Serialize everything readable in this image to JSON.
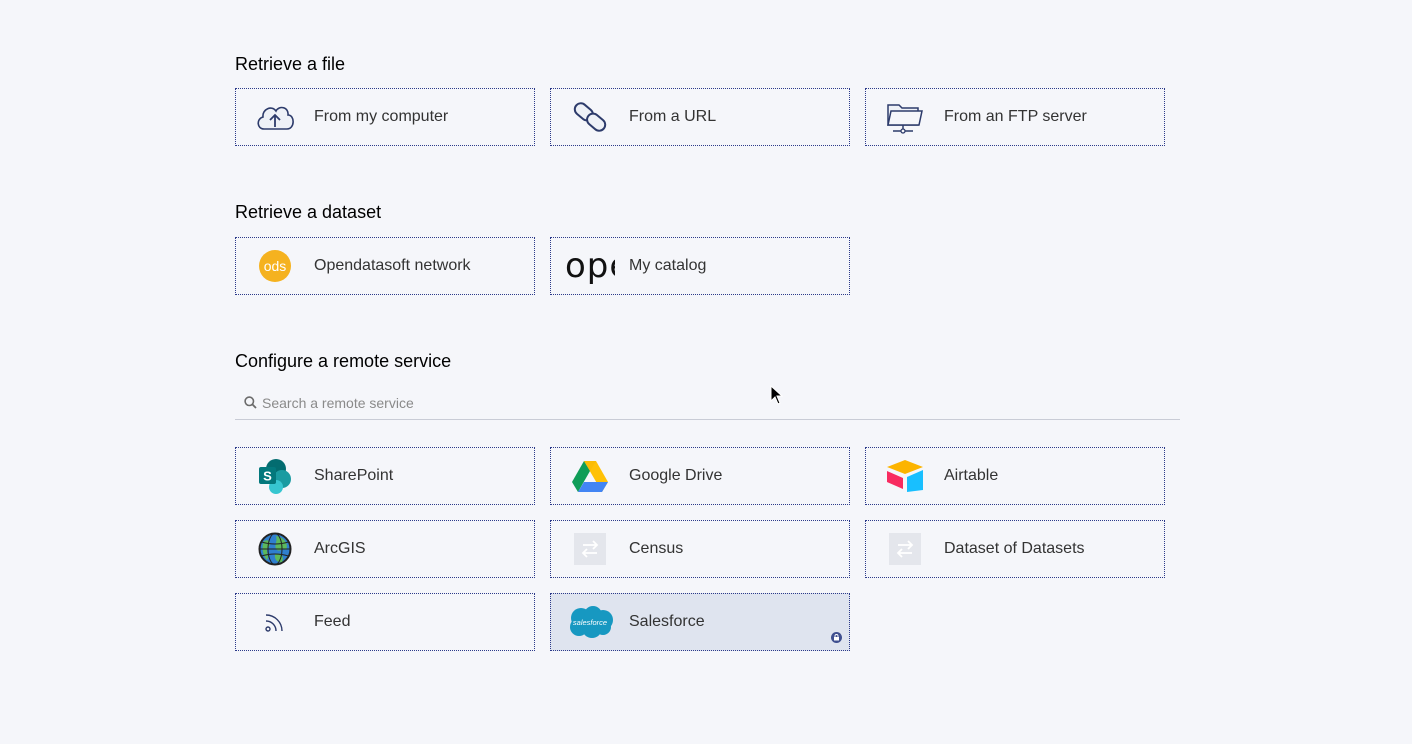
{
  "sections": {
    "file": {
      "title": "Retrieve a file",
      "items": [
        {
          "label": "From my computer",
          "icon": "cloud-upload-icon"
        },
        {
          "label": "From a URL",
          "icon": "link-icon"
        },
        {
          "label": "From an FTP server",
          "icon": "ftp-folder-icon"
        }
      ]
    },
    "dataset": {
      "title": "Retrieve a dataset",
      "items": [
        {
          "label": "Opendatasoft network",
          "icon": "ods-logo-icon",
          "logo_text": "ods"
        },
        {
          "label": "My catalog",
          "icon": "catalog-logo-icon",
          "logo_text": "ope"
        }
      ]
    },
    "remote": {
      "title": "Configure a remote service",
      "search_placeholder": "Search a remote service",
      "items": [
        {
          "label": "SharePoint",
          "icon": "sharepoint-icon"
        },
        {
          "label": "Google Drive",
          "icon": "google-drive-icon"
        },
        {
          "label": "Airtable",
          "icon": "airtable-icon"
        },
        {
          "label": "ArcGIS",
          "icon": "arcgis-globe-icon"
        },
        {
          "label": "Census",
          "icon": "transfer-arrows-icon"
        },
        {
          "label": "Dataset of Datasets",
          "icon": "transfer-arrows-icon"
        },
        {
          "label": "Feed",
          "icon": "rss-feed-icon"
        },
        {
          "label": "Salesforce",
          "icon": "salesforce-icon",
          "logo_text": "salesforce",
          "selected": true,
          "locked": true
        }
      ]
    }
  },
  "colors": {
    "background": "#f5f6fa",
    "card_border": "#2c3a8a",
    "selected_bg": "#dfe4ef",
    "ods_yellow": "#f5b21f",
    "salesforce_blue": "#1798c1"
  }
}
